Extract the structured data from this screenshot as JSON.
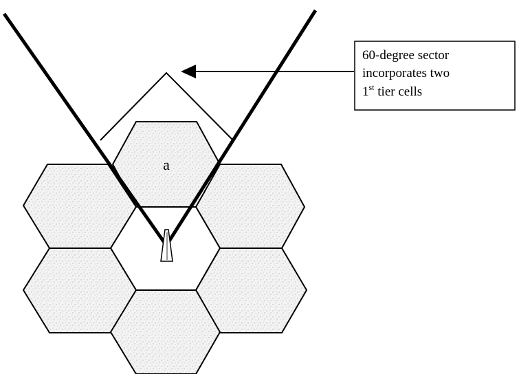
{
  "diagram": {
    "cell_label": "a",
    "callout": {
      "line1": "60-degree sector",
      "line2": "incorporates two",
      "line3_prefix": "1",
      "line3_sup": "st",
      "line3_suffix": " tier cells"
    }
  }
}
